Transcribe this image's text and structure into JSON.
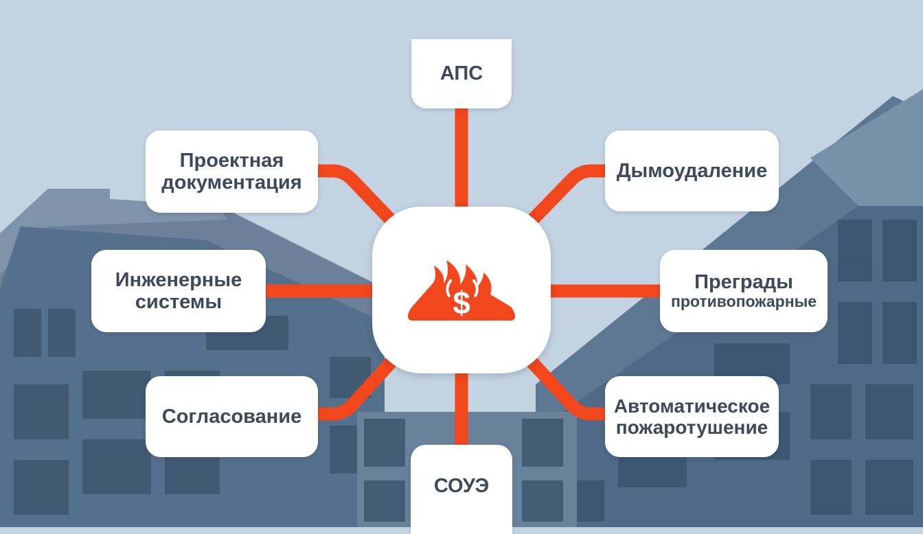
{
  "colors": {
    "accent": "#f2461d",
    "text": "#3d4a5c",
    "card": "#ffffff",
    "sky": "#c3d3e2",
    "building": "#5f7690"
  },
  "hub": {
    "icon": "money-bag-flame-icon"
  },
  "nodes": {
    "aps": {
      "lines": [
        "АПС"
      ]
    },
    "project_docs": {
      "lines": [
        "Проектная",
        "документация"
      ]
    },
    "smoke_removal": {
      "lines": [
        "Дымоудаление"
      ]
    },
    "engineering": {
      "lines": [
        "Инженерные",
        "системы"
      ]
    },
    "fire_barriers": {
      "lines": [
        "Преграды",
        "противопожарные"
      ]
    },
    "approval": {
      "lines": [
        "Согласование"
      ]
    },
    "auto_extinguishing": {
      "lines": [
        "Автоматическое",
        "пожаротушение"
      ]
    },
    "soue": {
      "lines": [
        "СОУЭ"
      ]
    }
  }
}
